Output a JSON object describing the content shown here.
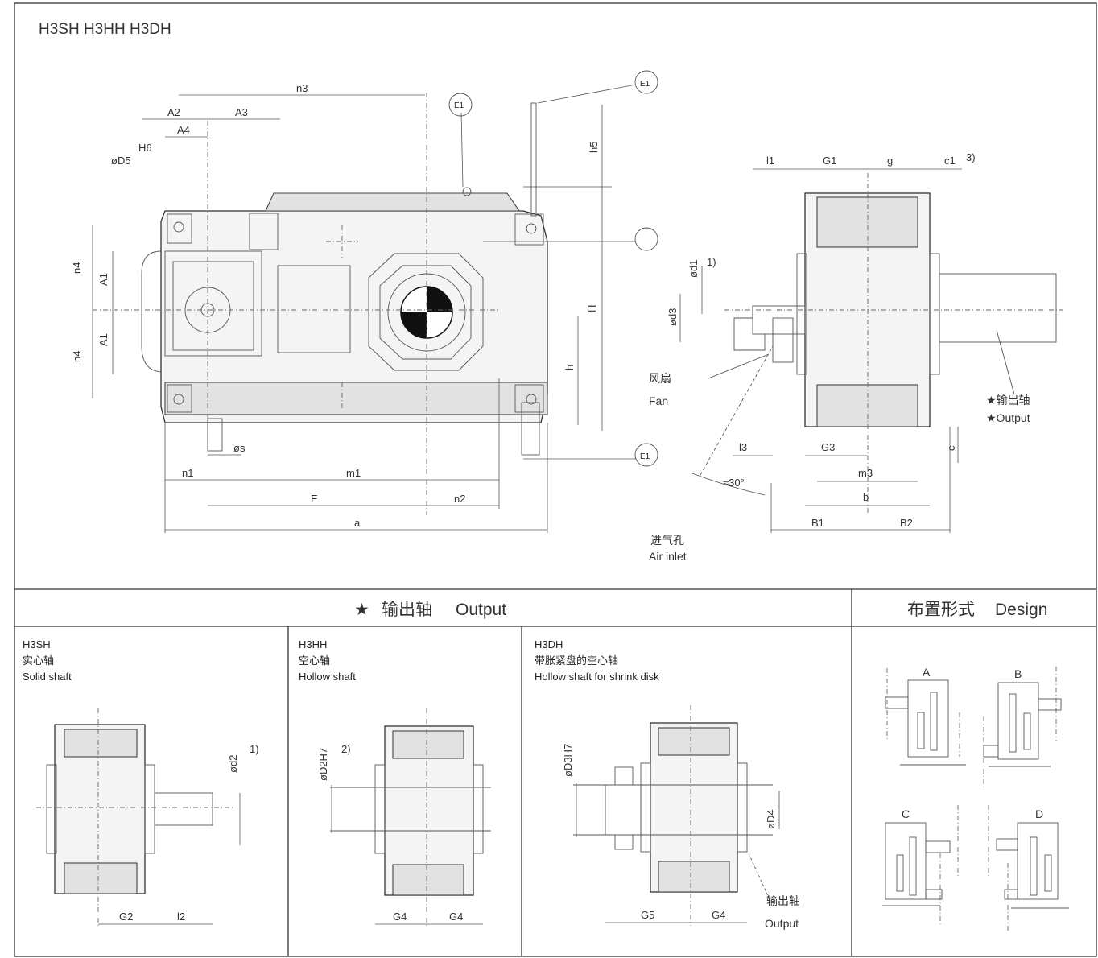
{
  "title": "H3SH  H3HH  H3DH",
  "main_drawing": {
    "top_dims": [
      "n3",
      "A2",
      "A3",
      "A4",
      "H6",
      "øD5",
      "h5",
      "E1",
      "E1"
    ],
    "left_dims": [
      "n4",
      "A1",
      "A1",
      "n4"
    ],
    "right_dims": [
      "H",
      "h"
    ],
    "bottom_dims": [
      "øs",
      "n1",
      "m1",
      "E",
      "n2",
      "a"
    ],
    "callouts": [
      "E1",
      "E1",
      "E1"
    ]
  },
  "side_drawing": {
    "top_dims": [
      "l1",
      "G1",
      "g",
      "c1",
      "3)"
    ],
    "left_dims": [
      "ød1",
      "1)",
      "ød3"
    ],
    "fan_cn": "风扇",
    "fan_en": "Fan",
    "output_cn": "★输出轴",
    "output_en": "★Output",
    "bottom_dims": [
      "l3",
      "G3",
      "c",
      "m3",
      "b",
      "B1",
      "B2",
      "≈30°"
    ],
    "air_cn": "进气孔",
    "air_en": "Air inlet"
  },
  "section_output": {
    "star": "★",
    "cn": "输出轴",
    "en": "Output"
  },
  "section_design": {
    "cn": "布置形式",
    "en": "Design",
    "labels": [
      "A",
      "B",
      "C",
      "D"
    ]
  },
  "variants": [
    {
      "code": "H3SH",
      "cn": "实心轴",
      "en": "Solid shaft",
      "dims": [
        "ød2",
        "1)",
        "G2",
        "l2"
      ]
    },
    {
      "code": "H3HH",
      "cn": "空心轴",
      "en": "Hollow shaft",
      "dims": [
        "øD2H7",
        "2)",
        "G4",
        "G4"
      ]
    },
    {
      "code": "H3DH",
      "cn": "带胀紧盘的空心轴",
      "en": "Hollow shaft for shrink disk",
      "dims": [
        "øD3H7",
        "øD4",
        "G5",
        "G4"
      ],
      "output_cn": "输出轴",
      "output_en": "Output"
    }
  ]
}
